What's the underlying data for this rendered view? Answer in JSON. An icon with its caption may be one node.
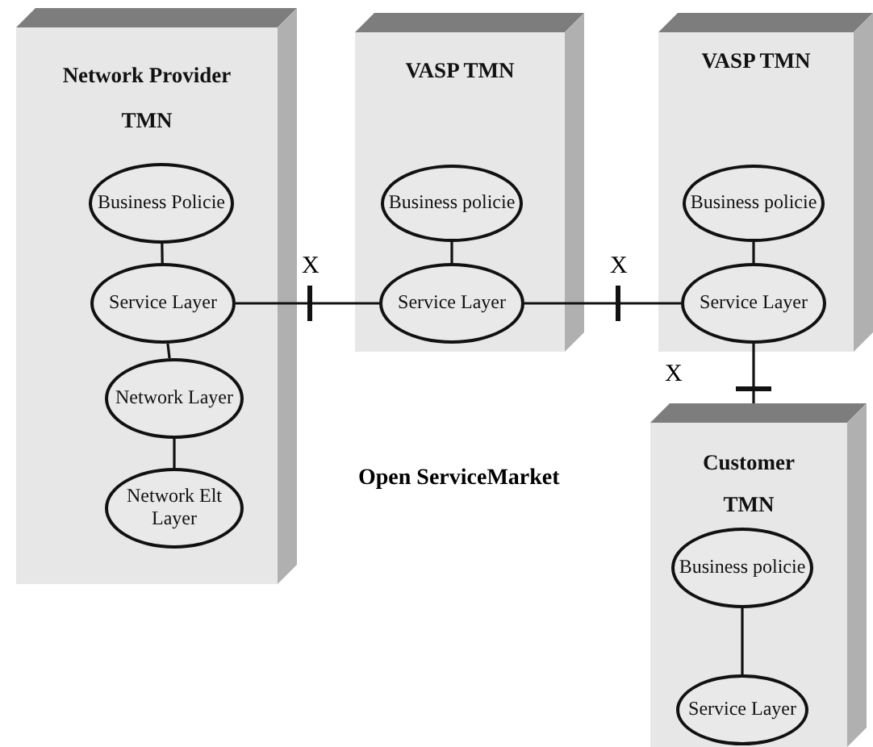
{
  "diagram": {
    "nodes": [
      {
        "text": [
          "Network Provider",
          "TMN"
        ]
      },
      {
        "text": [
          "Business Policie"
        ],
        "in": 0
      },
      {
        "text": [
          "Service Layer"
        ],
        "in": 0
      },
      {
        "text": [
          "Network Layer"
        ],
        "in": 0
      },
      {
        "text": [
          "Network Elt Layer"
        ],
        "in": 0
      },
      {
        "text": [
          "VASP TMN"
        ]
      },
      {
        "text": [
          "Business policie"
        ],
        "in": 5
      },
      {
        "text": [
          "Service Layer"
        ],
        "in": 5
      },
      {
        "text": [
          "VASP TMN"
        ]
      },
      {
        "text": [
          "Business policie"
        ],
        "in": 8
      },
      {
        "text": [
          "Service Layer"
        ],
        "in": 8
      },
      {
        "text": [
          "Customer",
          "TMN"
        ]
      },
      {
        "text": [
          "Business policie"
        ],
        "in": 11
      },
      {
        "text": [
          "Service Layer"
        ],
        "in": 11
      }
    ],
    "edges": [
      {
        "from": 1,
        "to": 2,
        "arrow": "none"
      },
      {
        "from": 2,
        "to": 3,
        "arrow": "none"
      },
      {
        "from": 3,
        "to": 4,
        "arrow": "none"
      },
      {
        "from": 6,
        "to": 7,
        "arrow": "none"
      },
      {
        "from": 2,
        "to": 7,
        "arrow": "none",
        "label": "X"
      },
      {
        "from": 9,
        "to": 10,
        "arrow": "none"
      },
      {
        "from": 7,
        "to": 10,
        "arrow": "none",
        "label": "X"
      },
      {
        "from": 10,
        "to": 11,
        "arrow": "none",
        "label": "X"
      },
      {
        "from": 12,
        "to": 13,
        "arrow": "none"
      }
    ],
    "labels": [
      "Open ServiceMarket"
    ]
  }
}
